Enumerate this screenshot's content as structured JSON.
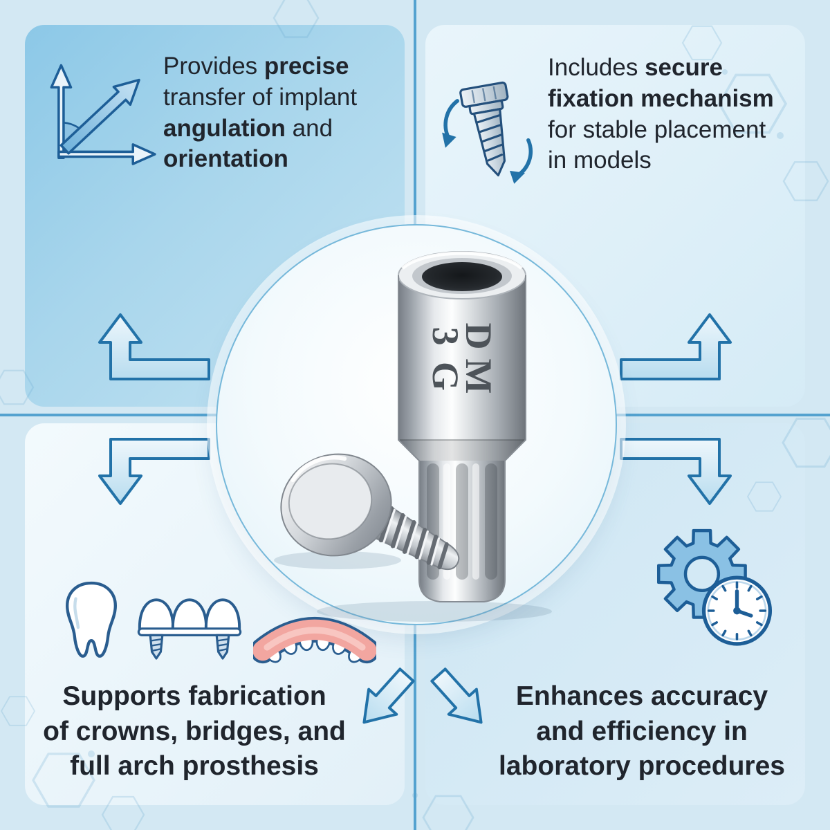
{
  "colors": {
    "background": "#d3e8f3",
    "accent_blue": "#2272a8",
    "outline_blue": "#1d5e97",
    "divider_blue": "#54a2cf",
    "panel_top_left": "#a9d6ec",
    "panel_top_right": "#dcedf8",
    "panel_bottom_left": "#eef7fc",
    "panel_bottom_right": "#d2e9f5",
    "text": "#20252d",
    "gum_pink": "#f2a6a0",
    "metal_highlight": "#fdfefe"
  },
  "center": {
    "marking_glyphs": {
      "r1c1": "3",
      "r1c2": "D",
      "r2c1": "G",
      "r2c2": "M"
    }
  },
  "quadrants": {
    "top_left": {
      "icon": "angulation-axes-icon",
      "lines": [
        [
          {
            "text": "Provides ",
            "bold": false
          },
          {
            "text": "precise",
            "bold": true
          }
        ],
        [
          {
            "text": "transfer of implant",
            "bold": false
          }
        ],
        [
          {
            "text": "angulation",
            "bold": true
          },
          {
            "text": " and",
            "bold": false
          }
        ],
        [
          {
            "text": "orientation",
            "bold": true
          }
        ]
      ]
    },
    "top_right": {
      "icon": "screw-rotation-icon",
      "lines": [
        [
          {
            "text": "Includes ",
            "bold": false
          },
          {
            "text": "secure",
            "bold": true
          }
        ],
        [
          {
            "text": "fixation mechanism",
            "bold": true
          }
        ],
        [
          {
            "text": "for stable placement",
            "bold": false
          }
        ],
        [
          {
            "text": "in models",
            "bold": false
          }
        ]
      ]
    },
    "bottom_left": {
      "icons": [
        "molar-tooth-icon",
        "implant-bridge-icon",
        "full-arch-denture-icon"
      ],
      "lines": [
        [
          {
            "text": "Supports fabrication",
            "bold": true
          }
        ],
        [
          {
            "text": "of crowns, bridges, and",
            "bold": true
          }
        ],
        [
          {
            "text": "full arch prosthesis",
            "bold": true
          }
        ]
      ]
    },
    "bottom_right": {
      "icon": "gear-clock-icon",
      "lines": [
        [
          {
            "text": "Enhances accuracy",
            "bold": true
          }
        ],
        [
          {
            "text": "and efficiency in",
            "bold": true
          }
        ],
        [
          {
            "text": "laboratory procedures",
            "bold": true
          }
        ]
      ]
    }
  }
}
